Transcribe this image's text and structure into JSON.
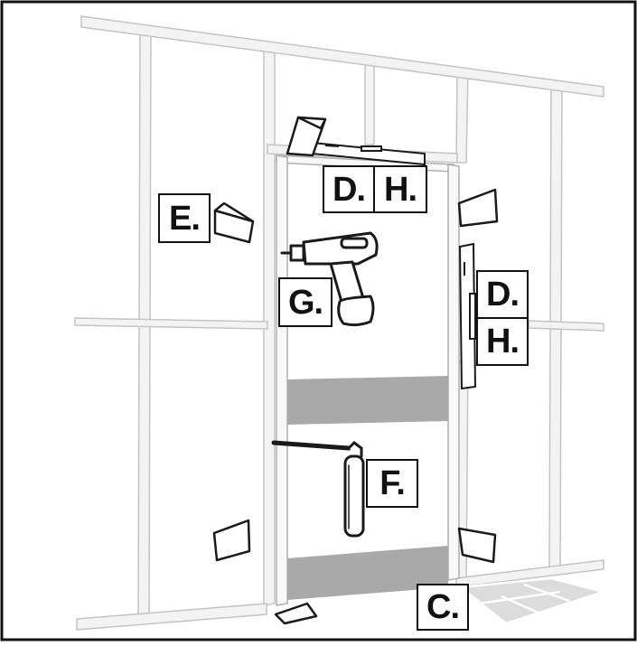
{
  "labels": {
    "top_level_d": "D.",
    "top_level_h": "H.",
    "side_level_d": "D.",
    "side_level_h": "H.",
    "wedges": "E.",
    "drill": "G.",
    "adhesive_gun": "F.",
    "floor_protection": "C."
  },
  "colors": {
    "frame_stroke": "#c8c8c8",
    "frame_fill": "#f1f1f1",
    "outline": "#1a1a1a",
    "panel_grey": "#a9a9a9",
    "floor_tile": "#dcdcdc"
  }
}
